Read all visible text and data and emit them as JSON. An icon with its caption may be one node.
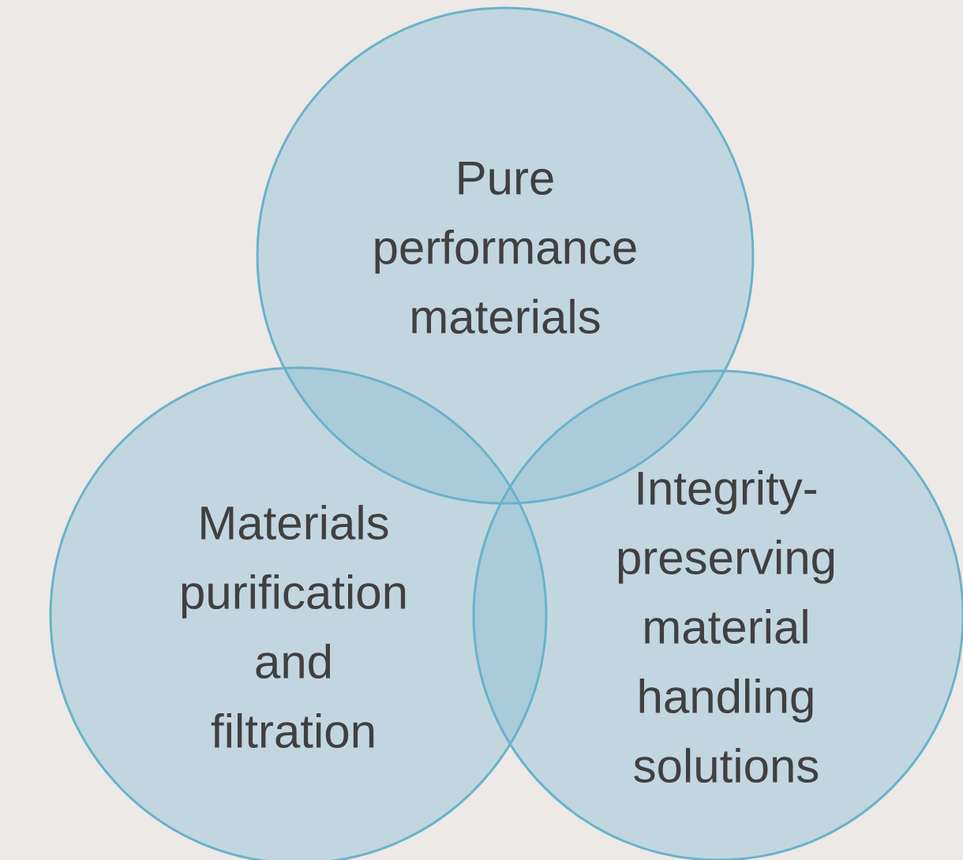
{
  "diagram": {
    "nodes": [
      {
        "text": [
          "Pure performance materials"
        ]
      },
      {
        "text": [
          "Materials purification and filtration"
        ]
      },
      {
        "text": [
          "Integrity-preserving material handling solutions"
        ]
      }
    ]
  }
}
